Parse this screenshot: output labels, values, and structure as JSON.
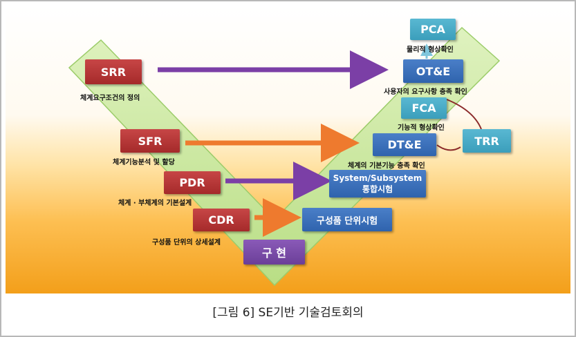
{
  "boxes": {
    "srr": "SRR",
    "sfr": "SFR",
    "pdr": "PDR",
    "cdr": "CDR",
    "impl": "구 현",
    "pca": "PCA",
    "ote": "OT&E",
    "fca": "FCA",
    "dte": "DT&E",
    "trr": "TRR",
    "sys_line1": "System/Subsystem",
    "sys_line2": "통합시험",
    "unit_test": "구성품 단위시험"
  },
  "labels": {
    "srr": "체계요구조건의 정의",
    "sfr": "체계기능분석 및 할당",
    "pdr": "체계 · 부체계의 기본설계",
    "cdr": "구성품 단위의 상세설계",
    "pca": "물리적 형상확인",
    "ote": "사용자의 요구사항 충족 확인",
    "fca": "기능적 형상확인",
    "dte": "체계의 기본기능 충족 확인"
  },
  "caption": "[그림 6] SE기반 기술검토회의",
  "colors": {
    "v_shape": "#c9e89a",
    "red_box": "#b03a3a",
    "blue_box": "#3a6fba",
    "teal_box": "#4aaecb",
    "purple_box": "#7b4aa8",
    "arrow_purple": "#7b3fa6",
    "arrow_orange": "#ee7a2e"
  }
}
